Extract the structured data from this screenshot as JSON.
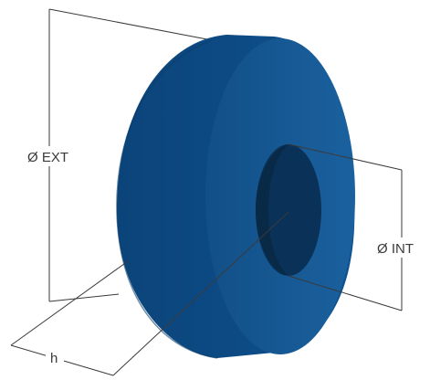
{
  "labels": {
    "outer_diameter": "Ø EXT",
    "inner_diameter": "Ø INT",
    "height": "h"
  },
  "colors": {
    "ring_side": "#0c4b82",
    "ring_front": "#155b98",
    "bore": "#0a3258",
    "bore_shadow": "#082844",
    "lines": "#3a3a3a",
    "background": "#ffffff"
  }
}
